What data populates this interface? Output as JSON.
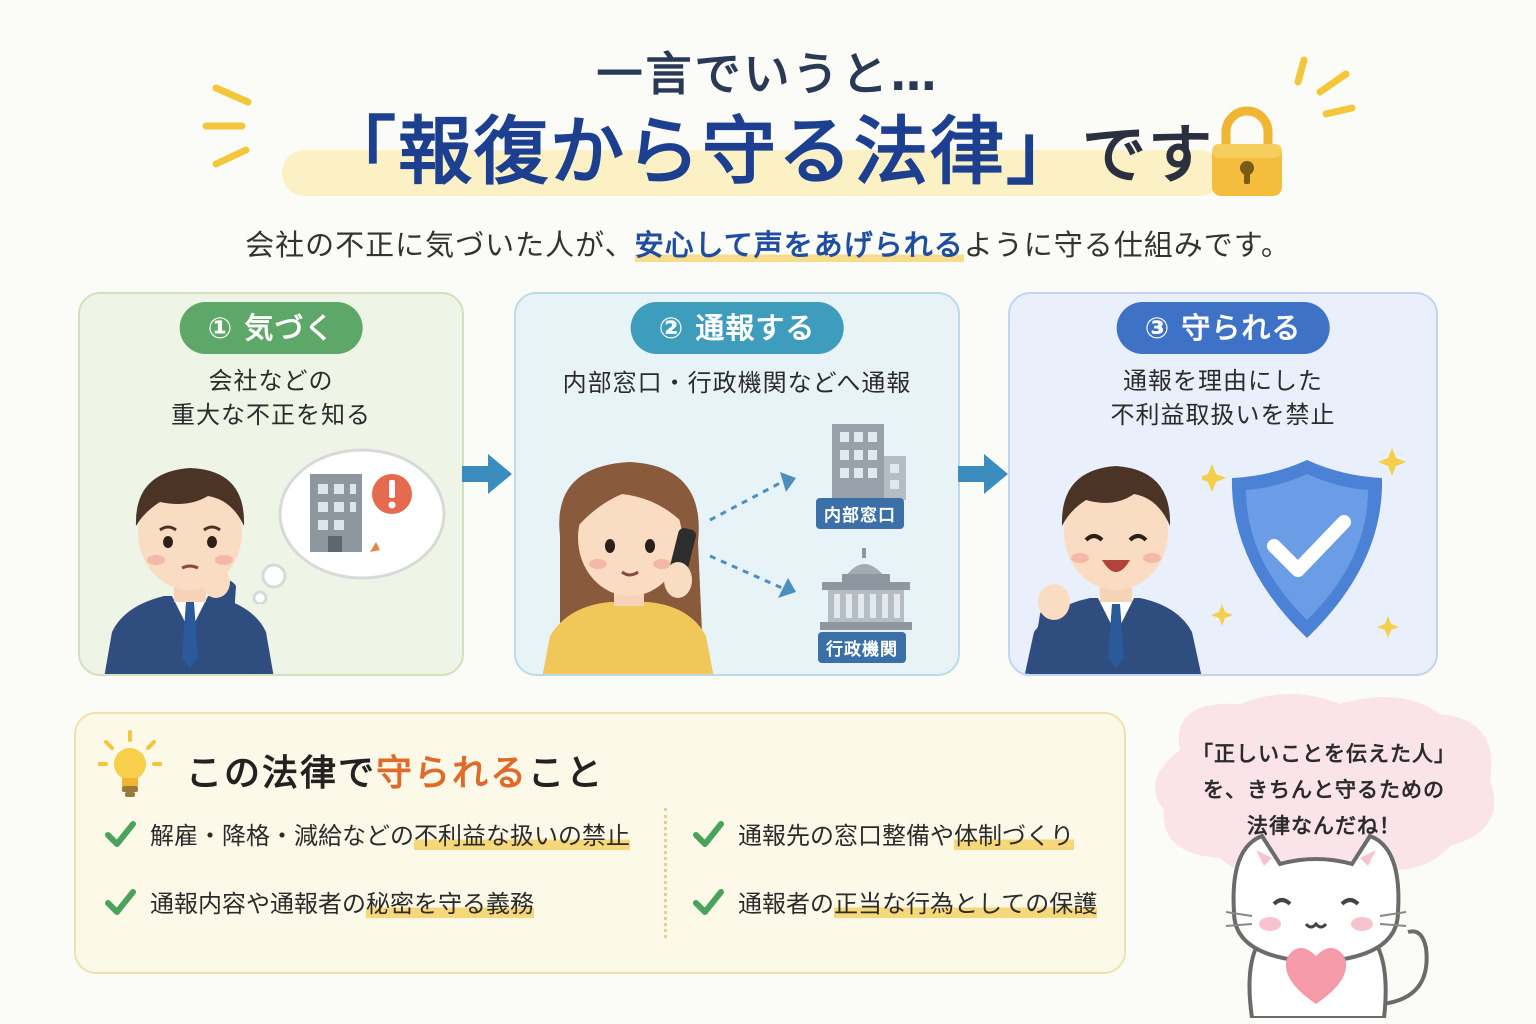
{
  "header": {
    "lead": "一言でいうと…",
    "headline_main": "「報復から守る法律」",
    "headline_tail": "です",
    "subline_before": "会社の不正に気づいた人が、",
    "subline_highlight": "安心して声をあげられる",
    "subline_after": "ように守る仕組みです。"
  },
  "steps": [
    {
      "label": "① 気づく",
      "desc_line1": "会社などの",
      "desc_line2": "重大な不正を知る"
    },
    {
      "label": "② 通報する",
      "desc_line1": "内部窓口・行政機関などへ通報",
      "tag_internal": "内部窓口",
      "tag_gov": "行政機関"
    },
    {
      "label": "③ 守られる",
      "desc_line1": "通報を理由にした",
      "desc_line2": "不利益取扱いを禁止"
    }
  ],
  "protections": {
    "title_before": "この法律で",
    "title_highlight": "守られる",
    "title_after": "こと",
    "items": [
      {
        "before": "解雇・降格・減給などの",
        "mark": "不利益な扱いの禁止",
        "after": ""
      },
      {
        "before": "通報内容や通報者の",
        "mark": "秘密を守る義務",
        "after": ""
      },
      {
        "before": "通報先の窓口整備や",
        "mark": "体制づくり",
        "after": ""
      },
      {
        "before": "通報者の",
        "mark": "正当な行為としての保護",
        "after": ""
      }
    ]
  },
  "bubble": {
    "line1": "「正しいことを伝えた人」",
    "line2": "を、きちんと守るための",
    "line3": "法律なんだね！"
  },
  "colors": {
    "navy": "#1d3f8f",
    "step1": "#5da868",
    "step2": "#3e9dbd",
    "step3": "#3d72c7",
    "accent_orange": "#e06a2a",
    "highlight_yellow": "#f6d77a"
  },
  "icons": [
    "lock-icon",
    "lightbulb-icon",
    "check-icon",
    "shield-check-icon",
    "building-icon",
    "government-building-icon",
    "arrow-right-icon",
    "cat-illustration"
  ]
}
